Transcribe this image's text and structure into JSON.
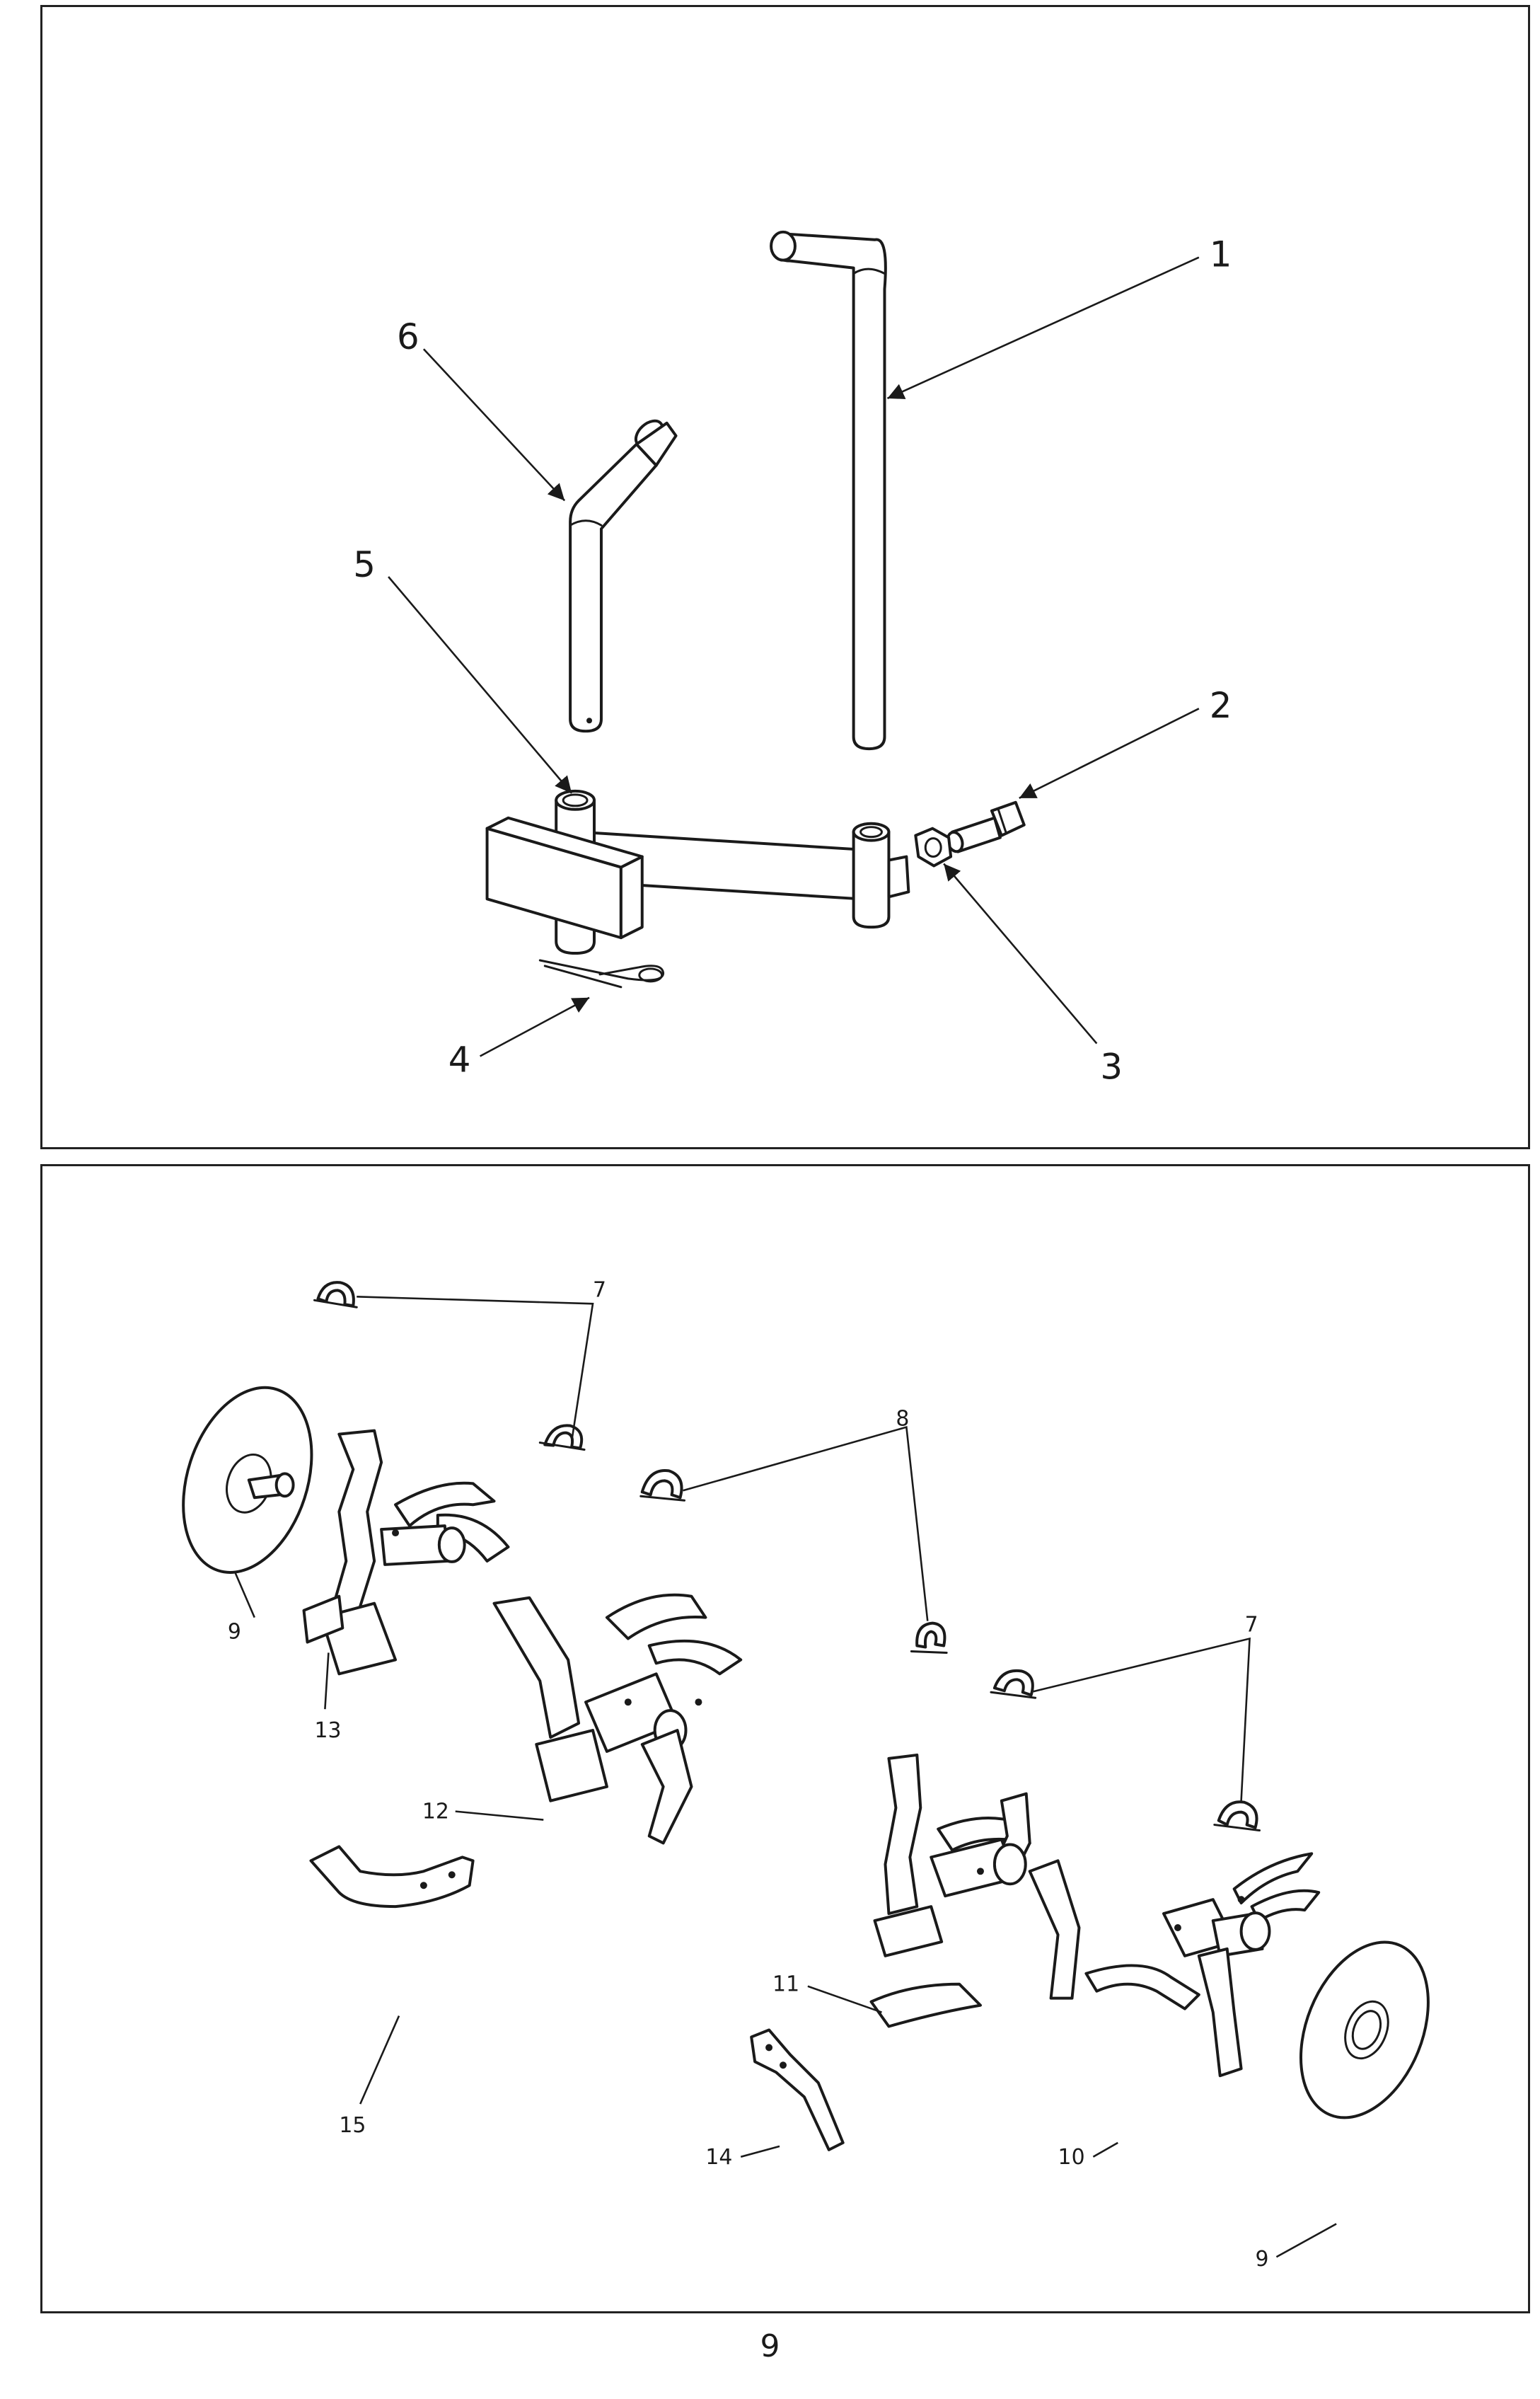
{
  "top_panel": {
    "callouts": {
      "c1": "1",
      "c2": "2",
      "c3": "3",
      "c4": "4",
      "c5": "5",
      "c6": "6"
    }
  },
  "bottom_panel": {
    "callouts": {
      "c7a": "7",
      "c7b": "7",
      "c8": "8",
      "c9a": "9",
      "c9b": "9",
      "c10": "10",
      "c11": "11",
      "c12": "12",
      "c13": "13",
      "c14": "14",
      "c15": "15"
    }
  },
  "page_number": "9"
}
